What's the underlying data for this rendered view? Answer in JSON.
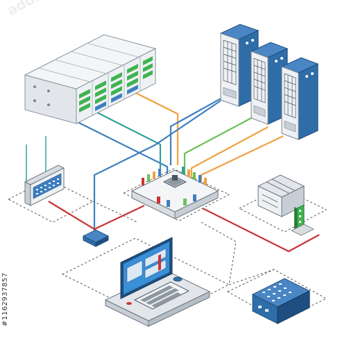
{
  "watermark": {
    "brand": "adobe stock",
    "stock_id": "#1162937857"
  },
  "colors": {
    "background": "#ffffff",
    "server_blue": "#2f6da8",
    "server_blue_dark": "#1e4f80",
    "rack_light": "#eef1f4",
    "rack_shade": "#d3d9df",
    "led_green": "#3fb34f",
    "cable_blue": "#3f7fc0",
    "cable_teal": "#2aa39a",
    "cable_orange": "#f0a040",
    "cable_green": "#6cbf5a",
    "cable_red": "#cc3333",
    "dashed": "#555555",
    "monitor_screen": "#3a8fd6"
  },
  "devices": [
    {
      "id": "storage-rack-array",
      "icon": "storage-rack-icon"
    },
    {
      "id": "blue-server-towers",
      "icon": "server-tower-icon",
      "count": 3
    },
    {
      "id": "wifi-router",
      "icon": "wifi-router-icon"
    },
    {
      "id": "core-switch",
      "icon": "network-switch-icon"
    },
    {
      "id": "ups-unit",
      "icon": "ups-icon"
    },
    {
      "id": "desktop-workstation",
      "icon": "computer-monitor-icon"
    },
    {
      "id": "blue-patch-panel",
      "icon": "patch-panel-icon"
    },
    {
      "id": "wall-port",
      "icon": "network-port-icon"
    }
  ]
}
